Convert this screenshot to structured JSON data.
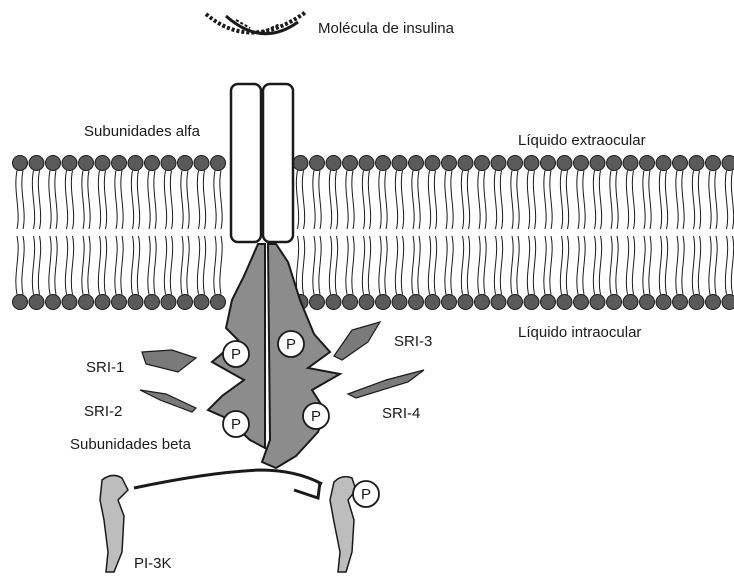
{
  "labels": {
    "insulin": "Molécula de insulina",
    "alpha": "Subunidades alfa",
    "extracellular": "Líquido extraocular",
    "intracellular": "Líquido intraocular",
    "sri1": "SRI-1",
    "sri2": "SRI-2",
    "sri3": "SRI-3",
    "sri4": "SRI-4",
    "beta": "Subunidades beta",
    "pi3k": "PI-3K"
  },
  "phosphate": "P",
  "colors": {
    "ink": "#1a1a1a",
    "head": "#5a5a5a",
    "beta_fill": "#8c8c8c",
    "sri_fill": "#7a7a7a",
    "pi3k_fill": "#bdbdbd"
  }
}
